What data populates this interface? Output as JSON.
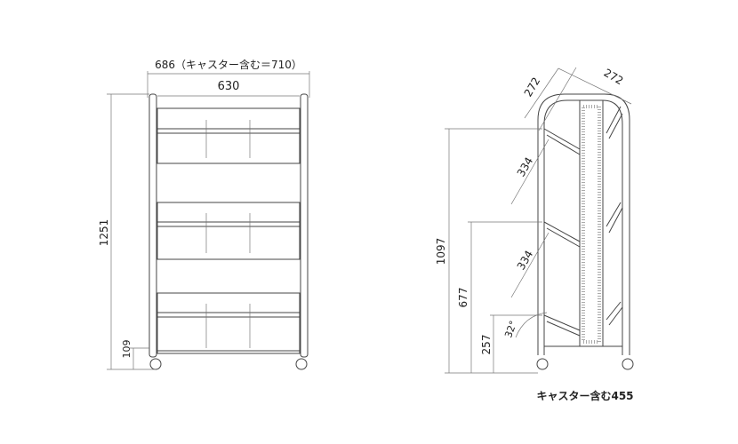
{
  "front_view": {
    "overall_width_label": "686（キャスター含む＝710）",
    "inner_width_label": "630",
    "height_label": "1251",
    "bottom_clearance_label": "109"
  },
  "side_view": {
    "shelf_depth_left_label": "272",
    "shelf_depth_right_label": "272",
    "shelf_pitch_upper_label": "334",
    "shelf_pitch_lower_label": "334",
    "top_shelf_height_label": "1097",
    "middle_shelf_height_label": "677",
    "bottom_shelf_height_label": "257",
    "angle_label": "32°",
    "depth_label": "キャスター含む455"
  }
}
